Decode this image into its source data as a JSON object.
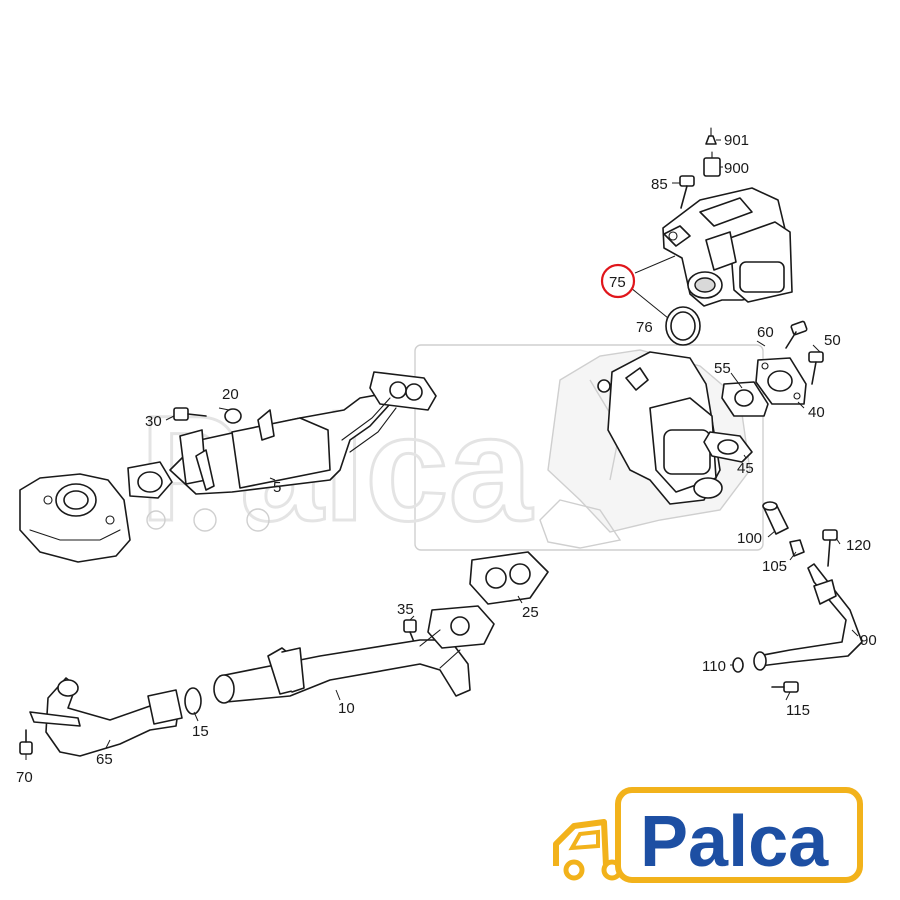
{
  "diagram": {
    "highlight_color": "#e0161b",
    "highlighted_part": "75",
    "part_numbers": {
      "p901": "901",
      "p900": "900",
      "p85": "85",
      "p75": "75",
      "p76": "76",
      "p60": "60",
      "p50": "50",
      "p55": "55",
      "p40": "40",
      "p45": "45",
      "p20": "20",
      "p30": "30",
      "p5": "5",
      "p100": "100",
      "p105": "105",
      "p120": "120",
      "p35": "35",
      "p25": "25",
      "p90": "90",
      "p110": "110",
      "p115": "115",
      "p15": "15",
      "p10": "10",
      "p65": "65",
      "p70": "70"
    }
  },
  "watermark": {
    "text": "Palca"
  },
  "logo": {
    "text": "Palca",
    "text_color": "#1d4fa3",
    "accent_color": "#f2b21b",
    "icon": "car-icon"
  }
}
